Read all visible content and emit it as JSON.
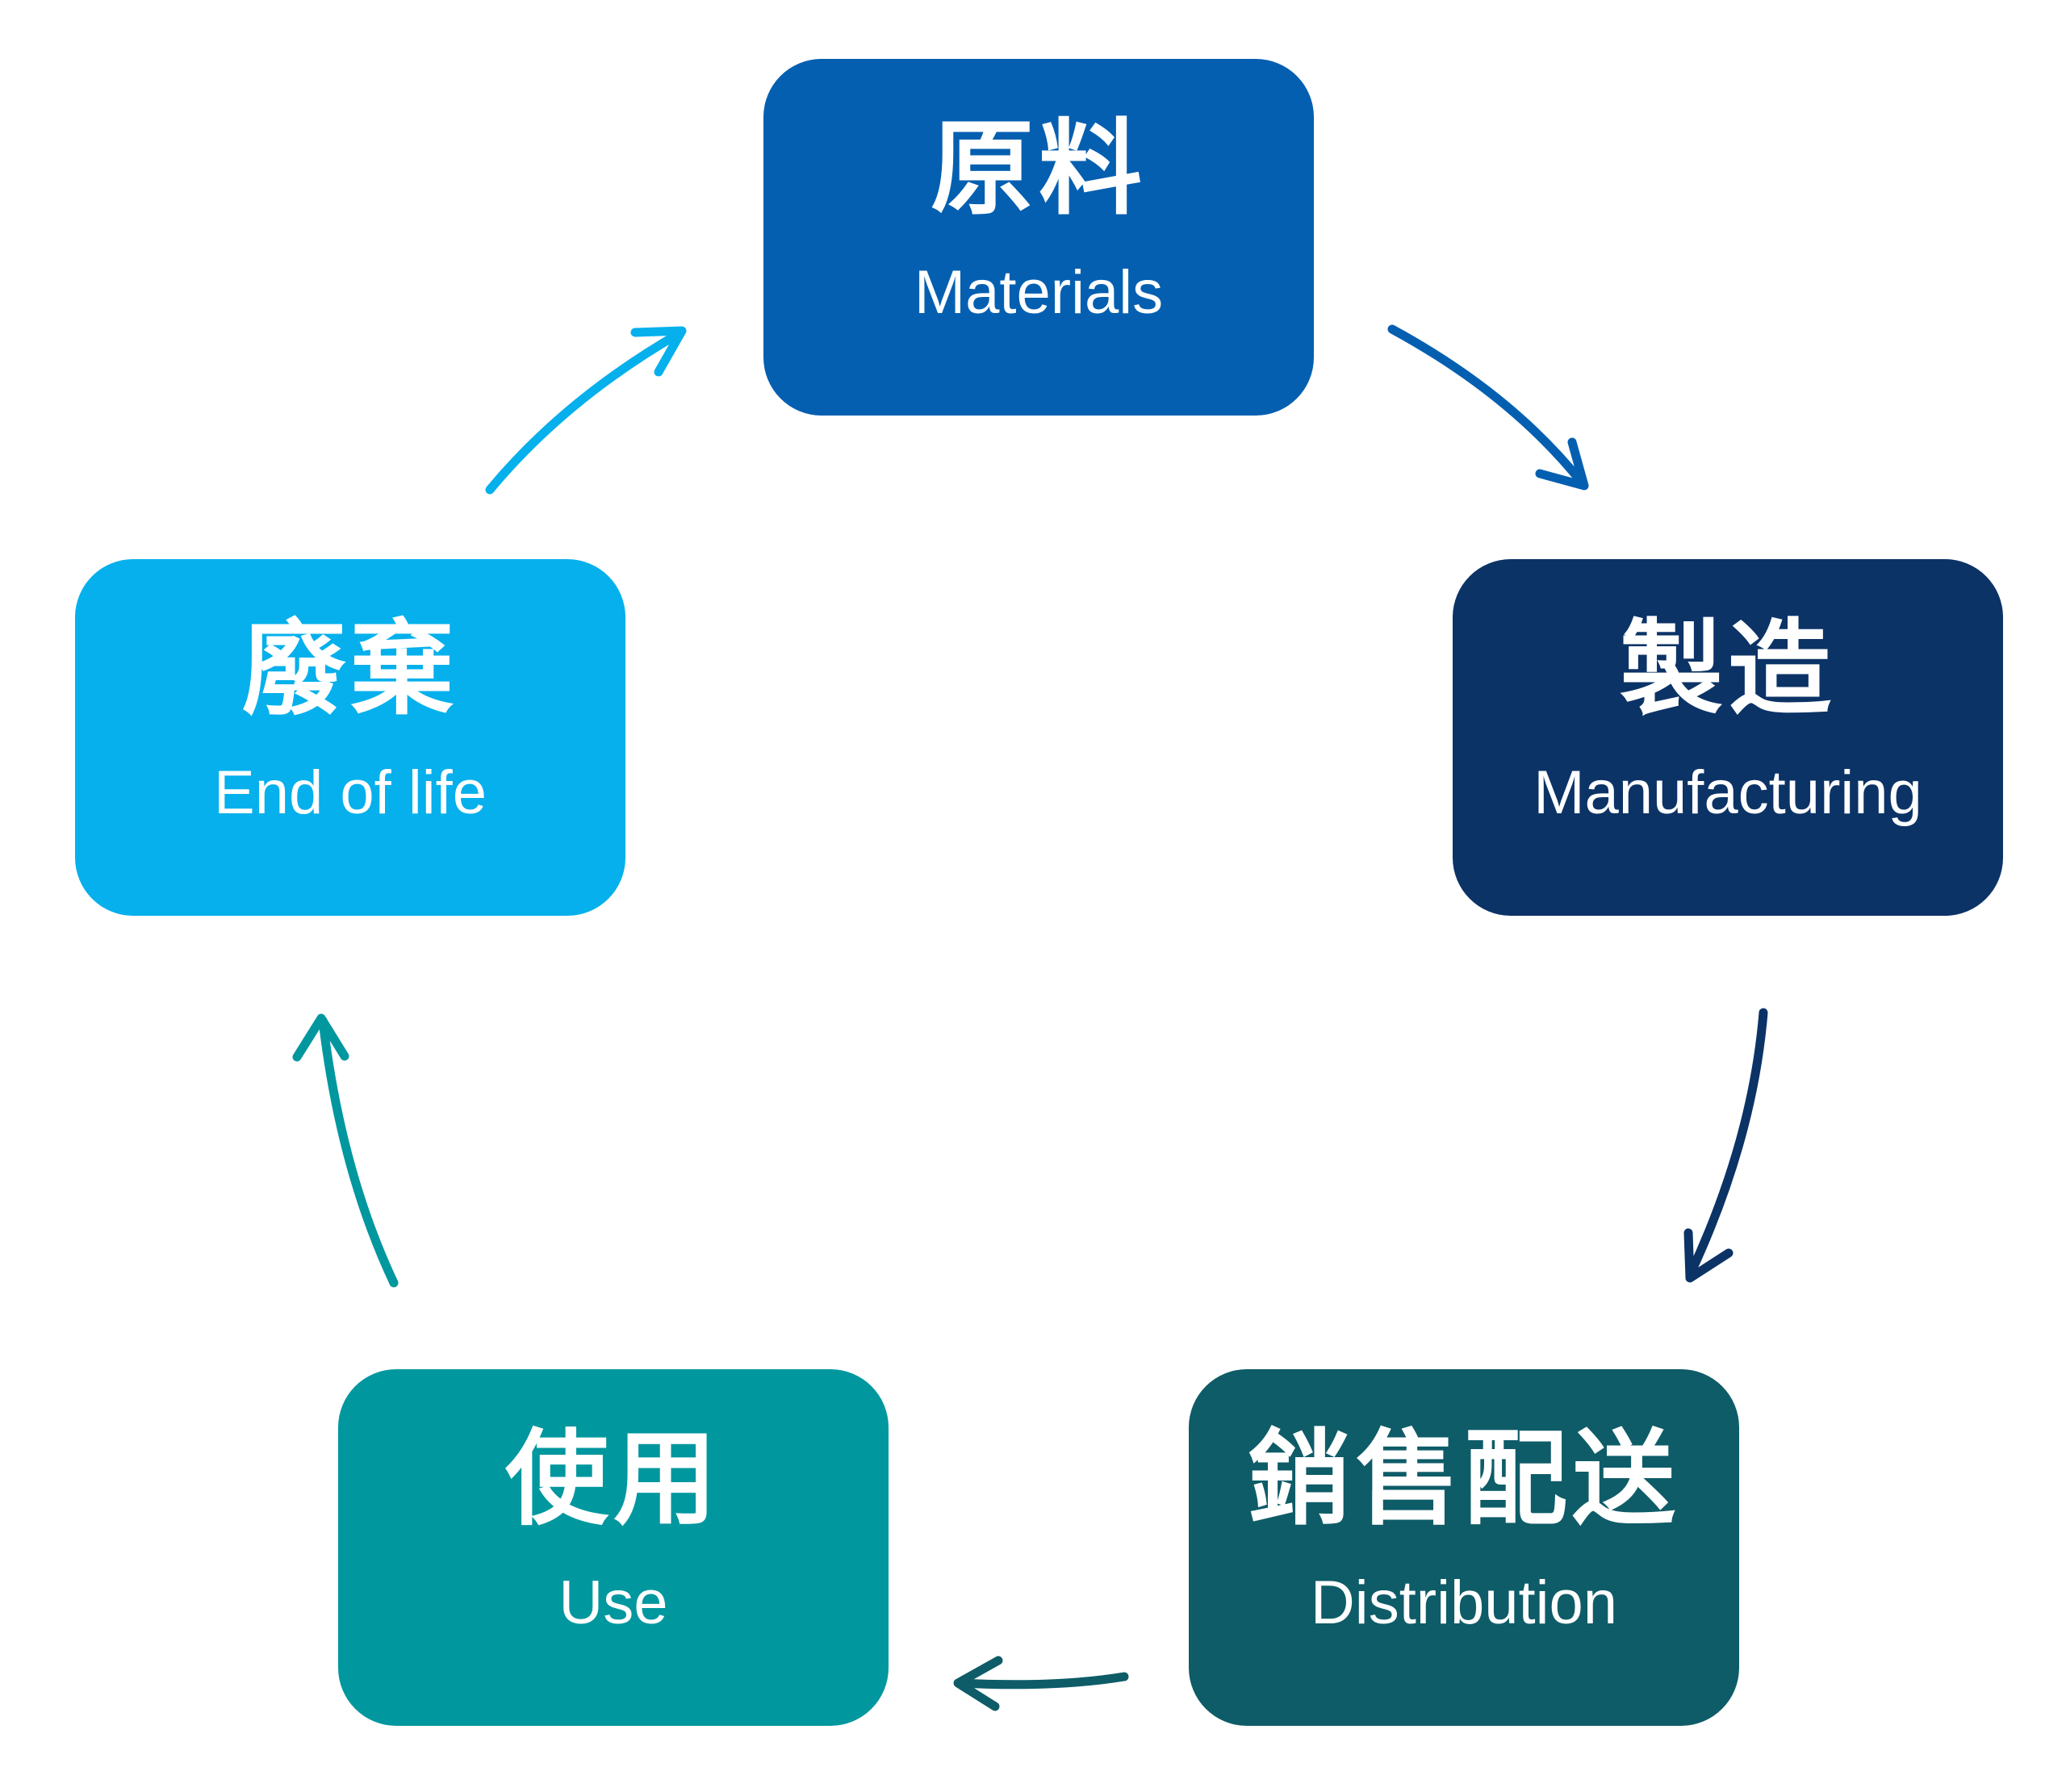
{
  "stages": [
    {
      "zh": "原料",
      "en": "Materials",
      "color": "#055fb0"
    },
    {
      "zh": "製造",
      "en": "Manufacturing",
      "color": "#0c3366"
    },
    {
      "zh": "銷售配送",
      "en": "Distribution",
      "color": "#0e5c68"
    },
    {
      "zh": "使用",
      "en": "Use",
      "color": "#00979f"
    },
    {
      "zh": "廢棄",
      "en": "End of life",
      "color": "#05b0ec"
    }
  ],
  "arrows": [
    {
      "from": "Materials",
      "to": "Manufacturing",
      "color": "#055fb0"
    },
    {
      "from": "Manufacturing",
      "to": "Distribution",
      "color": "#0c3366"
    },
    {
      "from": "Distribution",
      "to": "Use",
      "color": "#0e5c68"
    },
    {
      "from": "Use",
      "to": "End of life",
      "color": "#00979f"
    },
    {
      "from": "End of life",
      "to": "Materials",
      "color": "#05b0ec"
    }
  ]
}
